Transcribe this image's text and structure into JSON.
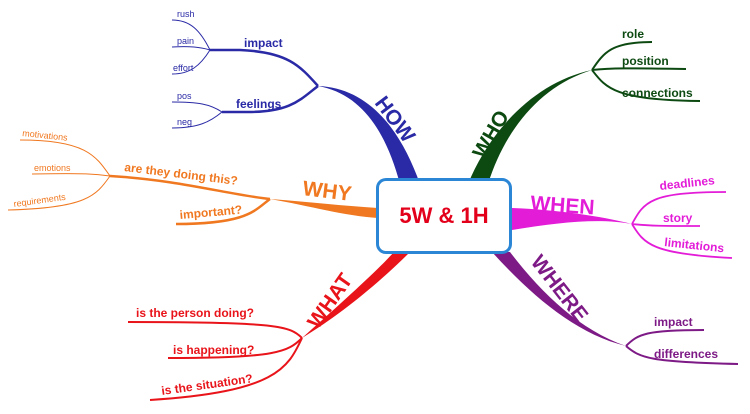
{
  "center": {
    "label": "5W & 1H"
  },
  "colors": {
    "how": "#2a2aa6",
    "who": "#0d4a12",
    "why": "#f07820",
    "when": "#e31cd8",
    "what": "#e8141a",
    "where": "#7d1a86",
    "center_border": "#2b86d6",
    "center_text": "#e3001b"
  },
  "branches": {
    "how": {
      "label": "HOW",
      "children": [
        {
          "label": "impact",
          "leaves": [
            "rush",
            "pain",
            "effort"
          ]
        },
        {
          "label": "feelings",
          "leaves": [
            "pos",
            "neg"
          ]
        }
      ]
    },
    "who": {
      "label": "WHO",
      "children": [
        {
          "label": "role"
        },
        {
          "label": "position"
        },
        {
          "label": "connections"
        }
      ]
    },
    "why": {
      "label": "WHY",
      "children": [
        {
          "label": "are they doing this?",
          "leaves": [
            "motivations",
            "emotions",
            "requirements"
          ]
        },
        {
          "label": "important?"
        }
      ]
    },
    "when": {
      "label": "WHEN",
      "children": [
        {
          "label": "deadlines"
        },
        {
          "label": "story"
        },
        {
          "label": "limitations"
        }
      ]
    },
    "what": {
      "label": "WHAT",
      "children": [
        {
          "label": "is the person doing?"
        },
        {
          "label": "is happening?"
        },
        {
          "label": "is the situation?"
        }
      ]
    },
    "where": {
      "label": "WHERE",
      "children": [
        {
          "label": "impact"
        },
        {
          "label": "differences"
        }
      ]
    }
  }
}
